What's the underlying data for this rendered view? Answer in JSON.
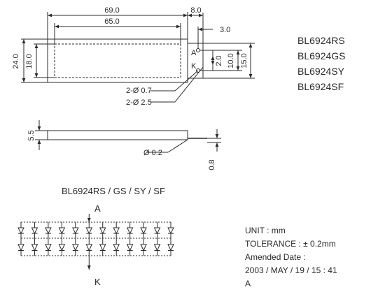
{
  "top_view": {
    "width_outer": "69.0",
    "width_inner": "65.0",
    "tab_width": "8.0",
    "tab_offset": "3.0",
    "height_outer": "24.0",
    "height_inner": "18.0",
    "pin_span_inner": "2.0",
    "pin_span": "10.0",
    "pin_span_outer": "15.0",
    "pin_a": "A",
    "pin_k": "K",
    "hole_small": "2-Ø 0.7",
    "hole_large": "2-Ø 2.5"
  },
  "side_view": {
    "thickness": "5.5",
    "pin_diameter": "Ø 0.2",
    "pin_length": "0.8"
  },
  "models": [
    "BL6924RS",
    "BL6924GS",
    "BL6924SY",
    "BL6924SF"
  ],
  "circuit": {
    "title": "BL6924RS / GS / SY / SF",
    "anode": "A",
    "cathode": "K"
  },
  "notes": {
    "unit": "UNIT : mm",
    "tolerance": "TOLERANCE : ± 0.2mm",
    "amended_label": "Amended Date :",
    "amended_date": "2003 / MAY / 19 / 15 : 41",
    "revision": "A"
  },
  "colors": {
    "ink": "#2a2a2a"
  }
}
